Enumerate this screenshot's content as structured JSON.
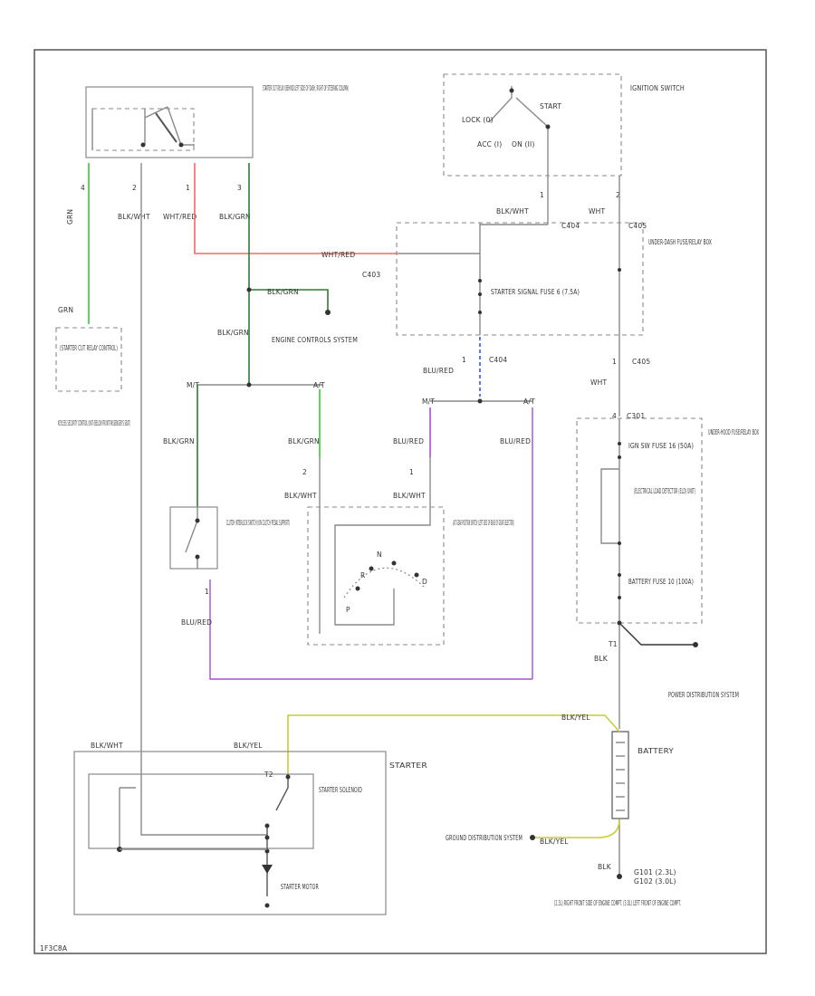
{
  "colors": {
    "wire": "#8a8a8a",
    "green": "#33cc33",
    "dark_green": "#2e7d32",
    "white_red": "#f06b6b",
    "purple": "#a64dd9",
    "blue": "#3355ff",
    "yellow": "#cccc33",
    "text": "#333333"
  },
  "components": {
    "starter_cut_relay": "STARTER CUT RELAY (BEHIND LEFT SIDE OF DASH, RIGHT OF STEERING COLUMN)",
    "ignition_switch": "IGNITION SWITCH",
    "ignition_positions": [
      "LOCK (0)",
      "ACC (I)",
      "ON (II)",
      "START"
    ],
    "under_dash_fuse_box": "UNDER-DASH FUSE/RELAY BOX",
    "starter_signal_fuse": "STARTER SIGNAL FUSE 6 (7.5A)",
    "engine_controls": "ENGINE CONTROLS SYSTEM",
    "starter_cut_relay_control": "(STARTER CUT RELAY CONTROL)",
    "keyless_unit": "KEYLESS SECURITY CONTROL UNIT (BELOW FRONT PASSENGER'S SEAT)",
    "under_hood_fuse_box": "UNDER-HOOD FUSE/RELAY BOX",
    "fuse_16": "IGN SW FUSE 16 (50A)",
    "eld_unit": "(ELECTRICAL LOAD DETECTOR (ELD) UNIT)",
    "battery_fuse": "BATTERY FUSE 10 (100A)",
    "clutch_switch": "CLUTCH INTERLOCK SWITCH (ON CLUTCH PEDAL SUPPORT)",
    "gear_switch": "(A/T GEAR POSITION SWITCH (LEFT SIDE OF BASE OF GEAR SELECTOR))",
    "power_distribution": "POWER DISTRIBUTION SYSTEM",
    "starter": "STARTER",
    "starter_solenoid": "STARTER SOLENOID",
    "starter_motor": "STARTER MOTOR",
    "battery": "BATTERY",
    "ground_distribution": "GROUND DISTRIBUTION SYSTEM",
    "ground_location": "(2.3L) RIGHT FRONT SIDE OF ENGINE COMPT. (3.0L) LEFT FRONT OF ENGINE COMPT."
  },
  "connectors": {
    "c403": "C403",
    "c404": "C404",
    "c405": "C405",
    "c301": "C301",
    "t1": "T1",
    "t2": "T2",
    "g101": "G101 (2.3L)",
    "g102": "G102 (3.0L)"
  },
  "wire_colors": {
    "grn": "GRN",
    "blk_wht": "BLK/WHT",
    "wht_red": "WHT/RED",
    "blk_grn": "BLK/GRN",
    "wht": "WHT",
    "blu_red": "BLU/RED",
    "blk_yel": "BLK/YEL",
    "blk": "BLK",
    "wht_red_b": "WHT/RED",
    "mt": "M/T",
    "at": "A/T"
  },
  "pins": {
    "relay_4": "4",
    "relay_2": "2",
    "relay_1": "1",
    "relay_3": "3",
    "ign_1": "1",
    "ign_2": "2",
    "fuse_1": "1",
    "gear_2": "2",
    "gear_1": "1",
    "clutch_1": "1",
    "c301_num": "4"
  },
  "gear_positions": [
    "P",
    "N",
    "R",
    "D"
  ],
  "page_ref": "1F3C8A"
}
